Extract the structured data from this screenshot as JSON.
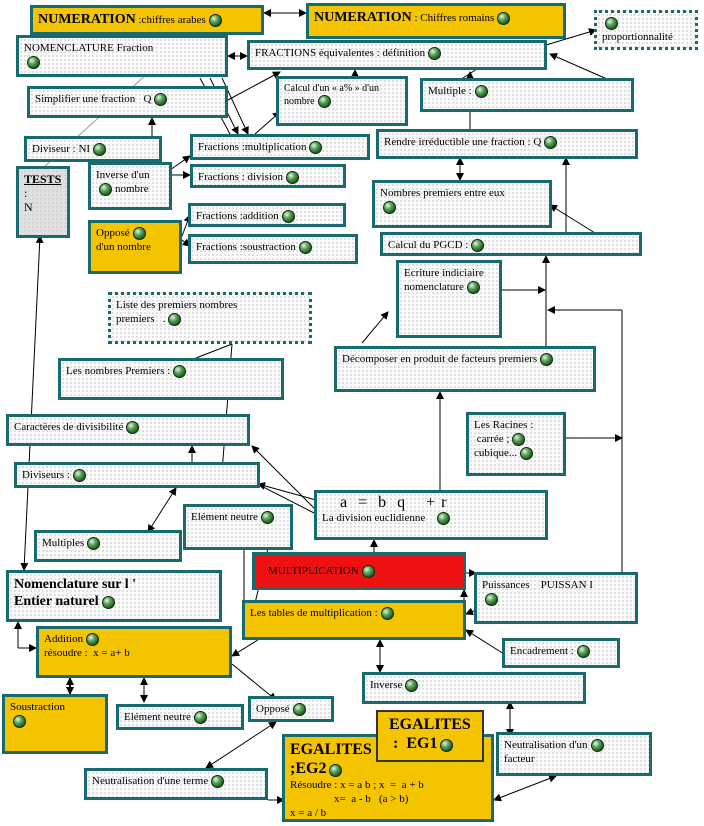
{
  "colors": {
    "border": "#176a6e",
    "highlight": "#f5c400",
    "alert": "#ee1111",
    "ball": "#2e7d32"
  },
  "nodes": {
    "num_arabes": {
      "bold": "NUMERATION",
      "text": " :chiffres arabes"
    },
    "num_romains": {
      "bold": "NUMERATION",
      "text": " : Chiffres romains"
    },
    "proportionnalite": {
      "text": "proportionnalité"
    },
    "nomenclature_fraction": {
      "text": "NOMENCLATURE  Fraction"
    },
    "fractions_equivalentes": {
      "text": "FRACTIONS équivalentes : définition"
    },
    "simplifier": {
      "text": "Simplifier une fraction   Q"
    },
    "calcul_pourcent": {
      "line1": "Calcul d'un  « a% » d'un",
      "line2": "nombre"
    },
    "multiple_top": {
      "text": "Multiple :"
    },
    "diviseur_ni": {
      "text": "Diviseur : NI"
    },
    "fractions_multiplication": {
      "text": "Fractions :multiplication"
    },
    "irreductible": {
      "text": "Rendre irréductible une fraction : Q"
    },
    "tests": {
      "line1": "TESTS",
      "line2": ":",
      "line3": "N"
    },
    "inverse_nombre": {
      "line1": "Inverse d'un",
      "line2": "nombre"
    },
    "fractions_division": {
      "text": "Fractions : division"
    },
    "premiers_entre_eux": {
      "text": "Nombres premiers entre eux"
    },
    "oppose_nombre": {
      "line1": "Opposé",
      "line2": "d'un nombre"
    },
    "fractions_addition": {
      "text": "Fractions :addition"
    },
    "fractions_soustraction": {
      "text": "Fractions :soustraction"
    },
    "pgcd": {
      "text": "Calcul du PGCD :"
    },
    "ecriture_indiciaire": {
      "line1": "Ecriture indiciaire",
      "line2": "nomenclature"
    },
    "liste_premiers": {
      "line1": "Liste des premiers nombres",
      "line2": "premiers   ."
    },
    "nombres_premiers": {
      "text": "Les nombres Premiers :"
    },
    "decomposer": {
      "text": "Décomposer en produit de facteurs premiers"
    },
    "racines": {
      "line1": "Les  Racines :",
      "line2": " carrée ;",
      "line3": "cubique..."
    },
    "caracteres_divisibilite": {
      "text": "Caractères de divisibilité"
    },
    "diviseurs": {
      "text": "Diviseurs :"
    },
    "division_euclidienne": {
      "formula": "a  =  b  q    + r",
      "text": "La division euclidienne"
    },
    "element_neutre_top": {
      "text": "Elément neutre"
    },
    "multiples": {
      "text": "Multiples"
    },
    "multiplication": {
      "text": "MULTIPLICATION"
    },
    "puissances": {
      "text": "Puissances    PUISSAN I"
    },
    "nomenclature_entier": {
      "line1": "Nomenclature sur  l '",
      "line2": "Entier naturel"
    },
    "tables": {
      "text": "Les tables de multiplication :"
    },
    "addition": {
      "line1": "Addition",
      "line2": "résoudre :  x = a+ b"
    },
    "encadrement": {
      "text": "Encadrement :"
    },
    "inverse": {
      "text": "Inverse"
    },
    "soustraction": {
      "text": "Soustraction"
    },
    "element_neutre_bottom": {
      "text": "Elément neutre"
    },
    "oppose": {
      "text": "Opposé"
    },
    "eg1": {
      "line1": "EGALITES",
      "line2": " :  EG1"
    },
    "neutralisation_facteur": {
      "line1": "Neutralisation d'un",
      "line2": "facteur"
    },
    "eg2": {
      "line1": "EGALITES :",
      "line2": ";EG2",
      "res1": "Résoudre : x = a b ; x  =  a + b",
      "res2": "x=  a - b   (a > b)",
      "res3": "x = a / b"
    },
    "neutralisation_terme": {
      "text": "Neutralisation d'une terme"
    }
  }
}
